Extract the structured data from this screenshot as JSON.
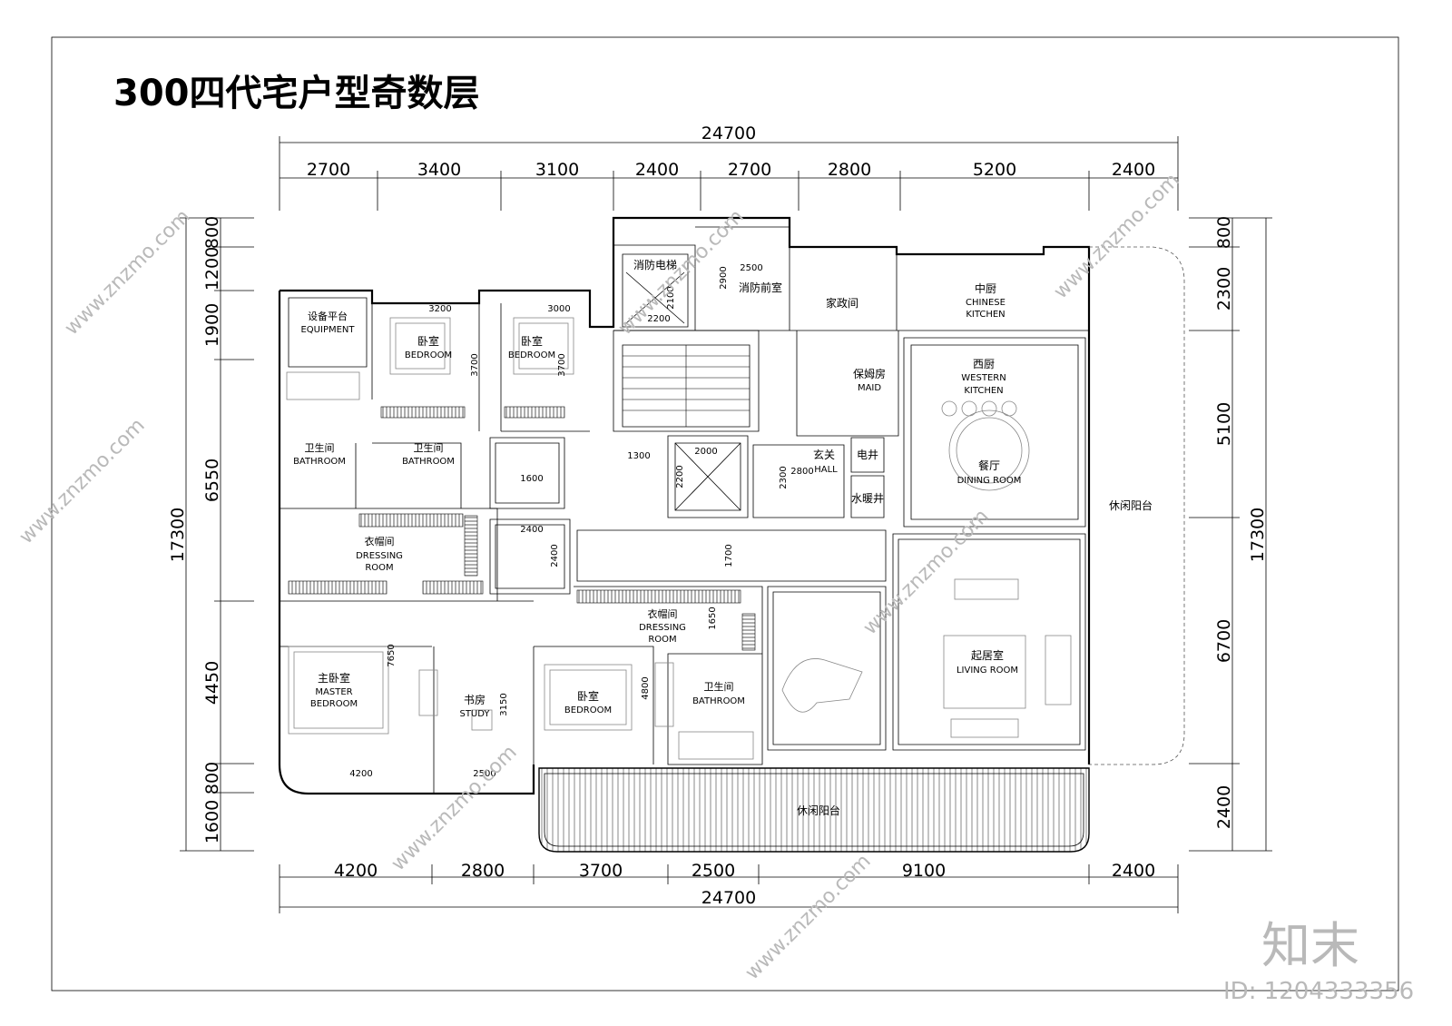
{
  "title": "300四代宅户型奇数层",
  "dimensions": {
    "top_total": "24700",
    "top": [
      "2700",
      "3400",
      "3100",
      "2400",
      "2700",
      "2800",
      "5200",
      "2400"
    ],
    "bottom": [
      "4200",
      "2800",
      "3700",
      "2500",
      "9100",
      "2400"
    ],
    "bottom_total": "24700",
    "left": [
      "800",
      "1200",
      "1900",
      "6550",
      "4450",
      "800",
      "1600"
    ],
    "left_total": "17300",
    "right": [
      "800",
      "2300",
      "5100",
      "6700",
      "2400"
    ],
    "right_total": "17300"
  },
  "rooms": {
    "equipment": {
      "cn": "设备平台",
      "en": "EQUIPMENT"
    },
    "bedroom1": {
      "cn": "卧室",
      "en": "BEDROOM",
      "dim_w": "3200",
      "dim_h": "3700"
    },
    "bedroom2": {
      "cn": "卧室",
      "en": "BEDROOM",
      "dim_w": "3000",
      "dim_h": "3700"
    },
    "fire_elevator": {
      "cn": "消防电梯",
      "dim_w": "2200",
      "dim_h": "2100"
    },
    "fire_lobby": {
      "cn": "消防前室",
      "dim_w": "2500",
      "dim_h": "2900"
    },
    "housekeeping": {
      "cn": "家政间"
    },
    "chinese_kitchen": {
      "cn": "中厨",
      "en1": "CHINESE",
      "en2": "KITCHEN"
    },
    "maid": {
      "cn": "保姆房",
      "en": "MAID"
    },
    "western_kitchen": {
      "cn": "西厨",
      "en1": "WESTERN",
      "en2": "KITCHEN"
    },
    "bath_left": {
      "cn": "卫生间",
      "en": "BATHROOM"
    },
    "bath_mid": {
      "cn": "卫生间",
      "en": "BATHROOM"
    },
    "corridor_dims": {
      "d1600": "1600",
      "d1300": "1300",
      "d2400a": "2400",
      "d2400b": "2400",
      "d1700": "1700"
    },
    "elevator": {
      "dim_w": "2000",
      "dim_h": "2200"
    },
    "hall": {
      "cn": "玄关",
      "en": "HALL",
      "dim_w": "2800",
      "dim_h": "2300"
    },
    "electric_shaft": {
      "cn": "电井"
    },
    "water_shaft": {
      "cn": "水暖井"
    },
    "dining": {
      "cn": "餐厅",
      "en": "DINING ROOM"
    },
    "balcony_right": {
      "cn": "休闲阳台"
    },
    "dressing1": {
      "cn": "衣帽间",
      "en1": "DRESSING",
      "en2": "ROOM"
    },
    "dressing2": {
      "cn": "衣帽间",
      "en1": "DRESSING",
      "en2": "ROOM",
      "dim": "1650"
    },
    "living": {
      "cn": "起居室",
      "en": "LIVING ROOM"
    },
    "master": {
      "cn": "主卧室",
      "en1": "MASTER",
      "en2": "BEDROOM",
      "dim_w": "4200",
      "dim_h": "7650"
    },
    "study": {
      "cn": "书房",
      "en": "STUDY",
      "dim_w": "2500",
      "dim_h": "3150"
    },
    "bedroom3": {
      "cn": "卧室",
      "en": "BEDROOM",
      "dim_h": "4800"
    },
    "bath_low": {
      "cn": "卫生间",
      "en": "BATHROOM"
    },
    "balcony_bottom": {
      "cn": "休闲阳台"
    }
  },
  "watermark": {
    "site": "www.znzmo.com",
    "brand": "知末",
    "id": "ID: 1204333356"
  }
}
